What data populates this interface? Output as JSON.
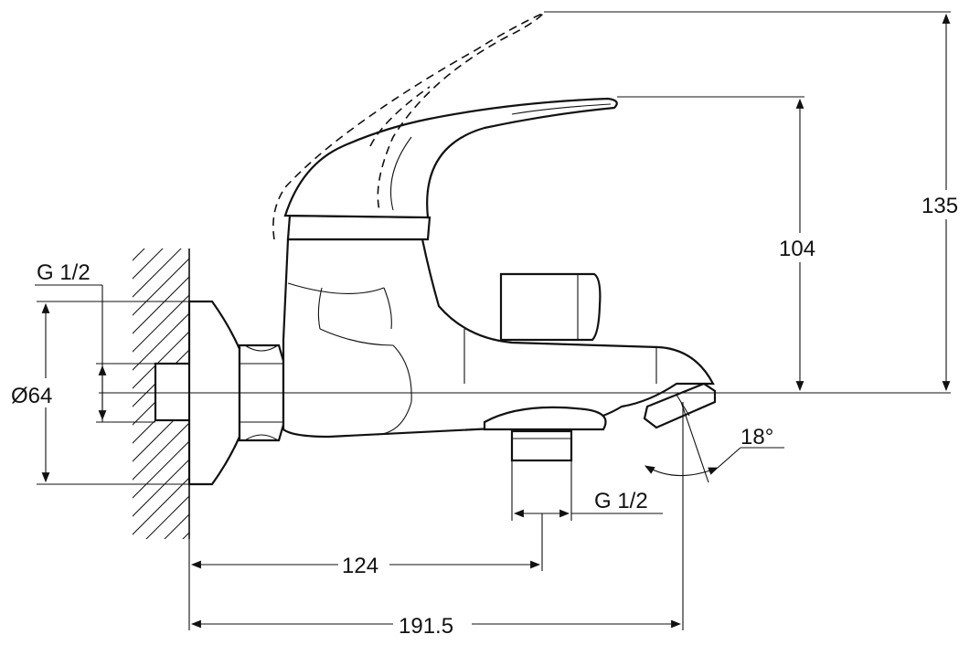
{
  "dimensions": {
    "height_total": "135",
    "height_spout": "104",
    "diameter": "Ø64",
    "thread_wall": "G 1/2",
    "thread_outlet": "G 1/2",
    "angle": "18°",
    "length_outlet": "124",
    "length_total": "191.5"
  }
}
